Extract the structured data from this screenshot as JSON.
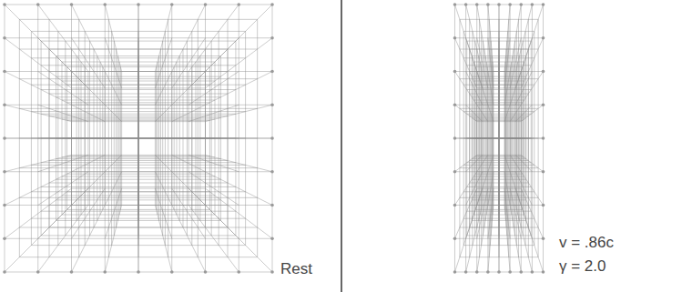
{
  "diagram": {
    "labels": [
      "Rest",
      "v = .86c",
      "γ = 2.0"
    ]
  }
}
